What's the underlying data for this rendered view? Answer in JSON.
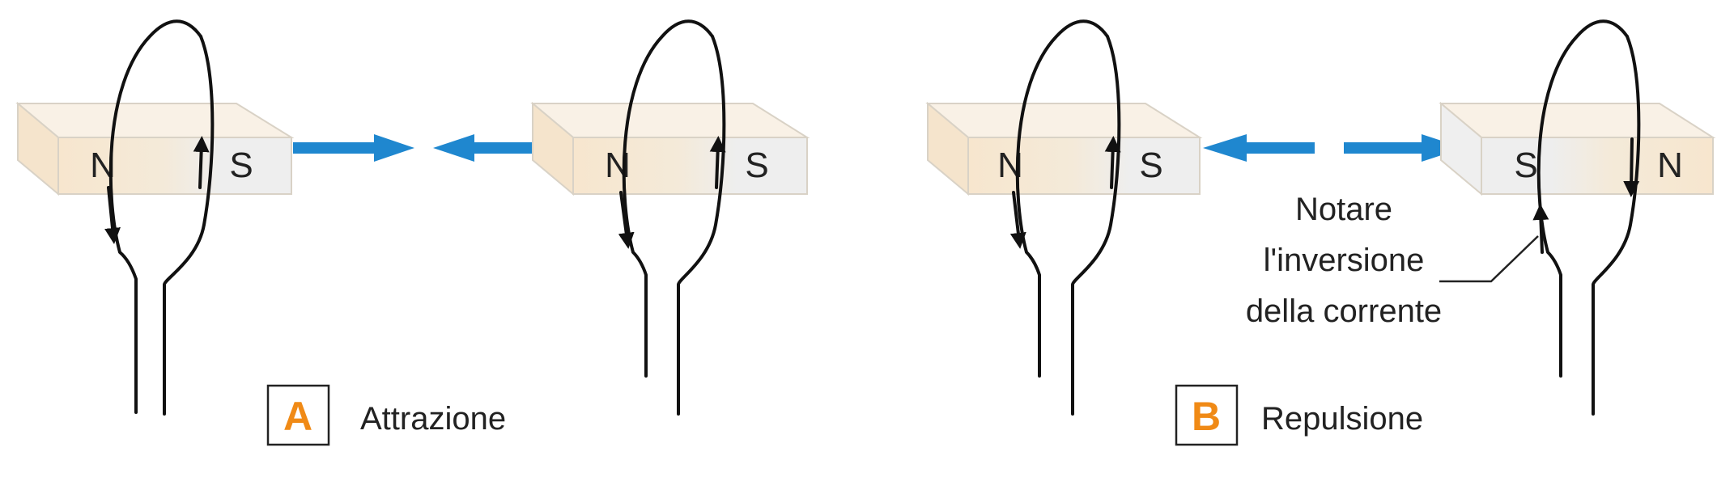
{
  "colors": {
    "north_face": "#f7e6ce",
    "south_face": "#efefef",
    "magnet_edge": "#d9d2c6",
    "force_arrow": "#1f87cf",
    "badge_letter": "#f08a16",
    "wire": "#111111"
  },
  "panels": [
    {
      "letter": "A",
      "caption": "Attrazione",
      "left_magnet": {
        "left_pole": "N",
        "right_pole": "S"
      },
      "right_magnet": {
        "left_pole": "N",
        "right_pole": "S"
      }
    },
    {
      "letter": "B",
      "caption": "Repulsione",
      "left_magnet": {
        "left_pole": "N",
        "right_pole": "S"
      },
      "right_magnet": {
        "left_pole": "S",
        "right_pole": "N"
      },
      "note": [
        "Notare",
        "l'inversione",
        "della corrente"
      ]
    }
  ]
}
